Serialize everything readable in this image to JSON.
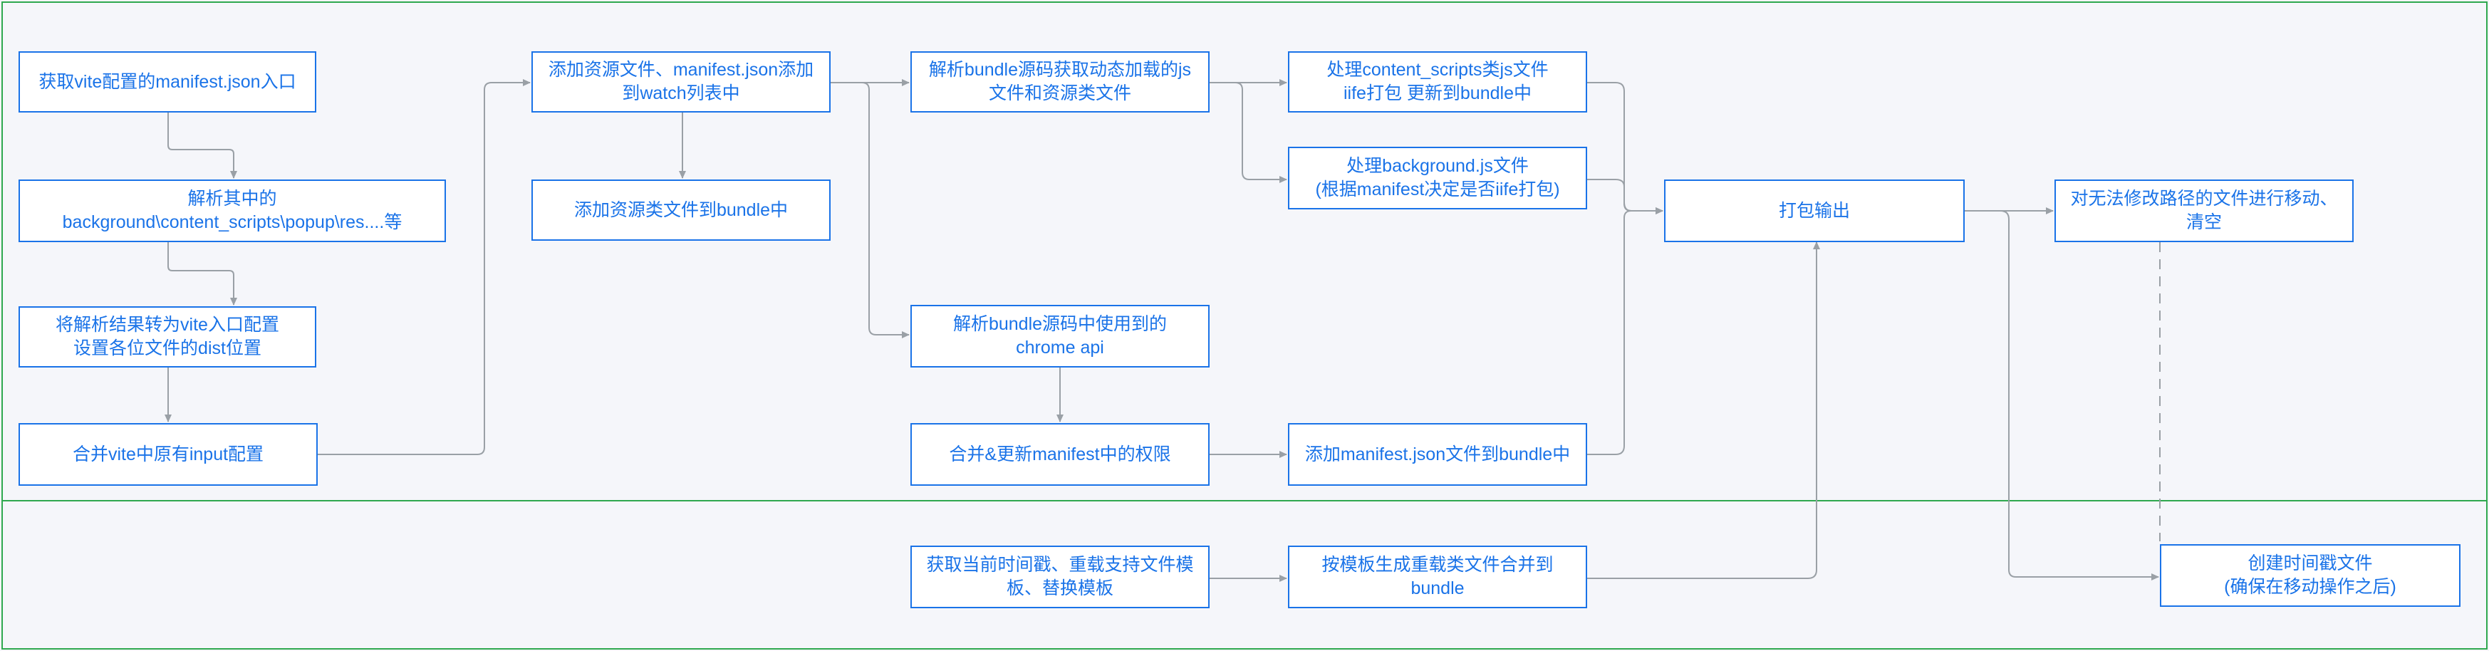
{
  "colors": {
    "node_border": "#1a73e8",
    "node_text": "#1a73e8",
    "edge": "#9aa0a6",
    "lane_border": "#2fa84f",
    "background": "#f5f6fa"
  },
  "nodes": {
    "n1": "获取vite配置的manifest.json入口",
    "n2": "解析其中的\nbackground\\content_scripts\\popup\\res....等",
    "n3": "将解析结果转为vite入口配置\n设置各位文件的dist位置",
    "n4": "合并vite中原有input配置",
    "n5": "添加资源文件、manifest.json添加\n到watch列表中",
    "n6": "添加资源类文件到bundle中",
    "n7": "解析bundle源码获取动态加载的js\n文件和资源类文件",
    "n8": "解析bundle源码中使用到的\nchrome api",
    "n9": "合并&更新manifest中的权限",
    "n10": "处理content_scripts类js文件\niife打包 更新到bundle中",
    "n11": "处理background.js文件\n(根据manifest决定是否iife打包)",
    "n12": "添加manifest.json文件到bundle中",
    "n13": "打包输出",
    "n14": "对无法修改路径的文件进行移动、\n清空",
    "n15": "获取当前时间戳、重载支持文件模\n板、替换模板",
    "n16": "按模板生成重载类文件合并到\nbundle",
    "n17": "创建时间戳文件\n(确保在移动操作之后)"
  }
}
